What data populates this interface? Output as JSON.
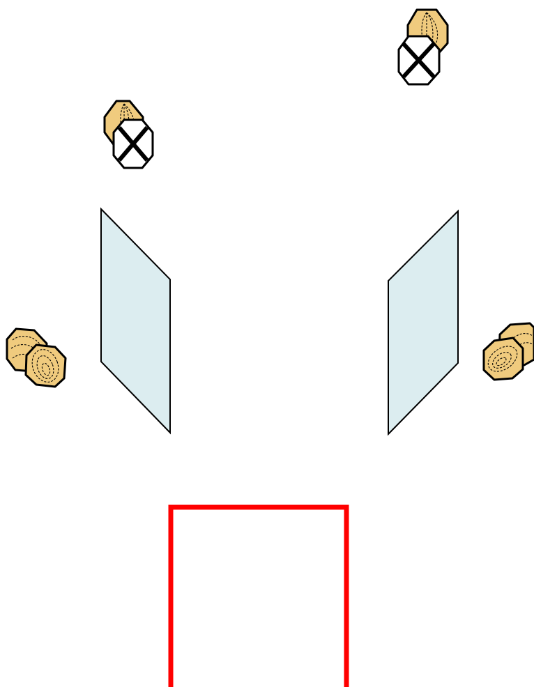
{
  "colors": {
    "background": "#ffffff",
    "stone_fill": "#f0cb7e",
    "stone_outline": "#000000",
    "marked_fill": "#ffffff",
    "panel_fill": "#dcedf0",
    "panel_outline": "#000000",
    "frame_stroke": "#ff0000"
  },
  "elements": {
    "stone_pairs": [
      {
        "name": "stone-pair-upper-left",
        "marked": true
      },
      {
        "name": "stone-pair-upper-right",
        "marked": true
      },
      {
        "name": "stone-pair-middle-left",
        "marked": false
      },
      {
        "name": "stone-pair-middle-right",
        "marked": false
      }
    ],
    "panels": [
      {
        "name": "left-slanted-panel"
      },
      {
        "name": "right-slanted-panel"
      }
    ],
    "frame": {
      "name": "red-frame",
      "open_side": "bottom"
    }
  }
}
